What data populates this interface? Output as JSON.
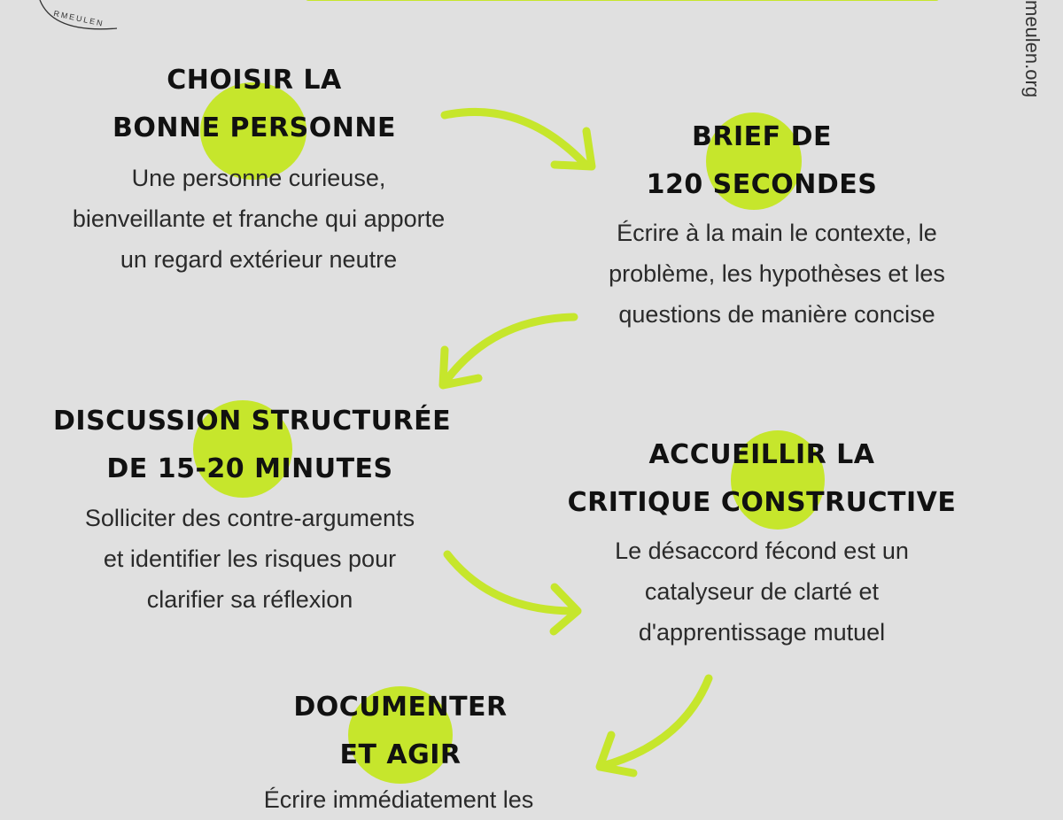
{
  "logo_text": "RMEULEN",
  "side_url": "meulen.org",
  "steps": [
    {
      "title": [
        "Choisir la",
        "bonne personne"
      ],
      "desc": [
        "Une personne curieuse,",
        "bienveillante et franche qui apporte",
        "un regard extérieur neutre"
      ]
    },
    {
      "title": [
        "Brief de",
        "120 secondes"
      ],
      "desc": [
        "Écrire à la main le contexte, le",
        "problème, les hypothèses et les",
        "questions de manière concise"
      ]
    },
    {
      "title": [
        "Discussion structurée",
        "de 15-20 minutes"
      ],
      "desc": [
        "Solliciter des contre-arguments",
        "et identifier les risques pour",
        "clarifier sa réflexion"
      ]
    },
    {
      "title": [
        "Accueillir la",
        "critique constructive"
      ],
      "desc": [
        "Le désaccord fécond est un",
        "catalyseur de clarté et",
        "d'apprentissage mutuel"
      ]
    },
    {
      "title": [
        "Documenter",
        "et agir"
      ],
      "desc": [
        "Écrire immédiatement les"
      ]
    }
  ],
  "colors": {
    "accent": "#c6e62c",
    "background": "#e0e0e0",
    "text": "#222222"
  },
  "icons": [
    "arrow-step-1-to-2",
    "arrow-step-2-to-3",
    "arrow-step-3-to-4",
    "arrow-step-4-to-5"
  ]
}
